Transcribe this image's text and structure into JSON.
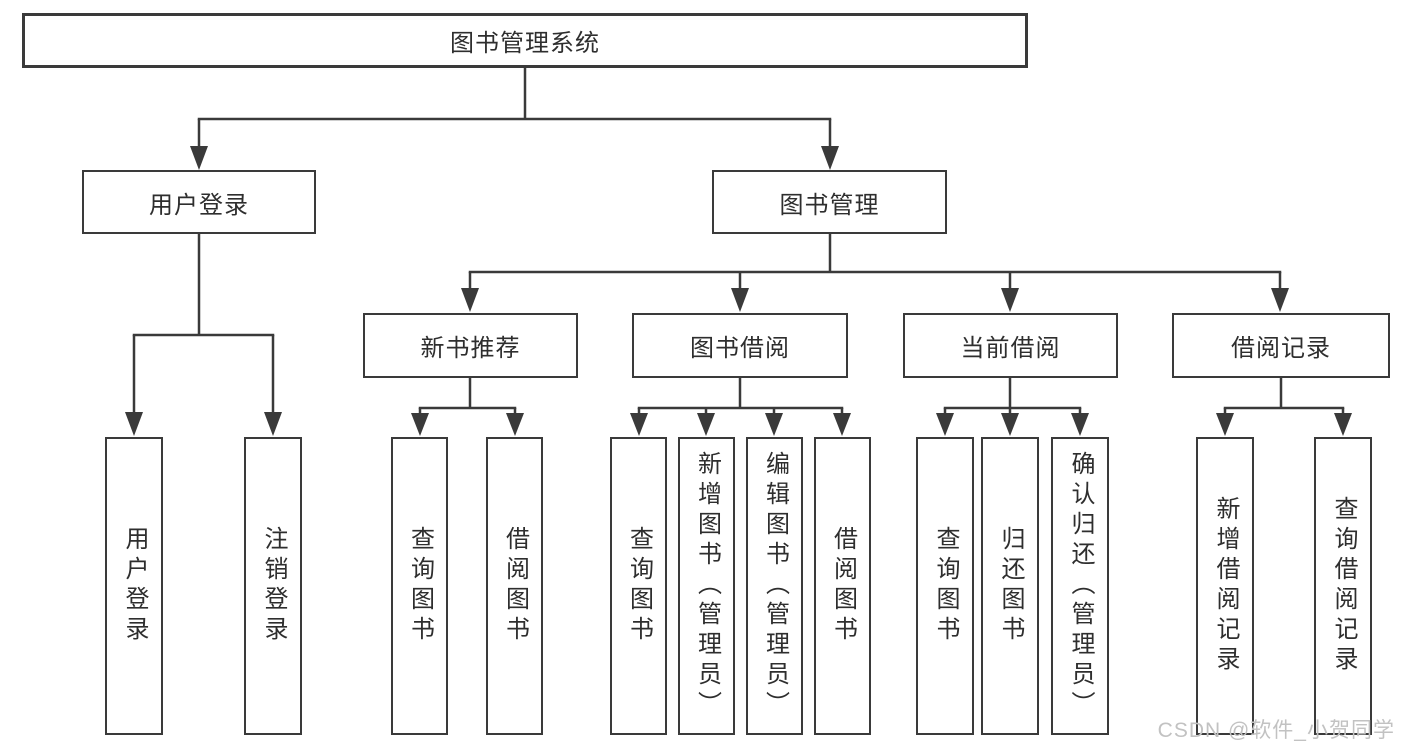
{
  "tree": {
    "root": {
      "label": "图书管理系统"
    },
    "branches": [
      {
        "label": "用户登录",
        "leaves": [
          {
            "label": "用户登录"
          },
          {
            "label": "注销登录"
          }
        ]
      },
      {
        "label": "图书管理",
        "sections": [
          {
            "label": "新书推荐",
            "leaves": [
              {
                "label": "查询图书"
              },
              {
                "label": "借阅图书"
              }
            ]
          },
          {
            "label": "图书借阅",
            "leaves": [
              {
                "label": "查询图书"
              },
              {
                "label": "新增图书（管理员）"
              },
              {
                "label": "编辑图书（管理员）"
              },
              {
                "label": "借阅图书"
              }
            ]
          },
          {
            "label": "当前借阅",
            "leaves": [
              {
                "label": "查询图书"
              },
              {
                "label": "归还图书"
              },
              {
                "label": "确认归还（管理员）"
              }
            ]
          },
          {
            "label": "借阅记录",
            "leaves": [
              {
                "label": "新增借阅记录"
              },
              {
                "label": "查询借阅记录"
              }
            ]
          }
        ]
      }
    ]
  },
  "watermark": {
    "text": "CSDN @软件_小贺同学"
  },
  "colors": {
    "line": "#3a3a3a",
    "text": "#2e2e2e",
    "watermark": "#c2c2c2",
    "background": "#ffffff"
  }
}
